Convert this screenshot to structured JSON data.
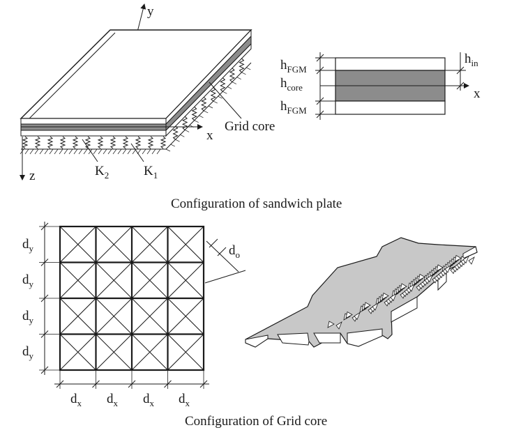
{
  "plate": {
    "axis_y": "y",
    "axis_x": "x",
    "axis_z": "z",
    "grid_core_label": "Grid core",
    "k2_main": "K",
    "k2_sub": "2",
    "k1_main": "K",
    "k1_sub": "1"
  },
  "section": {
    "h_fgm_top_main": "h",
    "h_fgm_top_sub": "FGM",
    "h_core_main": "h",
    "h_core_sub": "core",
    "h_fgm_bot_main": "h",
    "h_fgm_bot_sub": "FGM",
    "h_in_main": "h",
    "h_in_sub": "in",
    "axis_x": "x"
  },
  "captions": {
    "sandwich": "Configuration of sandwich plate",
    "grid": "Configuration of Grid core"
  },
  "grid": {
    "dy_main": "d",
    "dy_sub": "y",
    "dx_main": "d",
    "dx_sub": "x",
    "do_main": "d",
    "do_sub": "o"
  },
  "colors": {
    "ink": "#1a1a1a",
    "core_gray": "#8c8c8c",
    "grid_fill": "#c8c8c8"
  }
}
